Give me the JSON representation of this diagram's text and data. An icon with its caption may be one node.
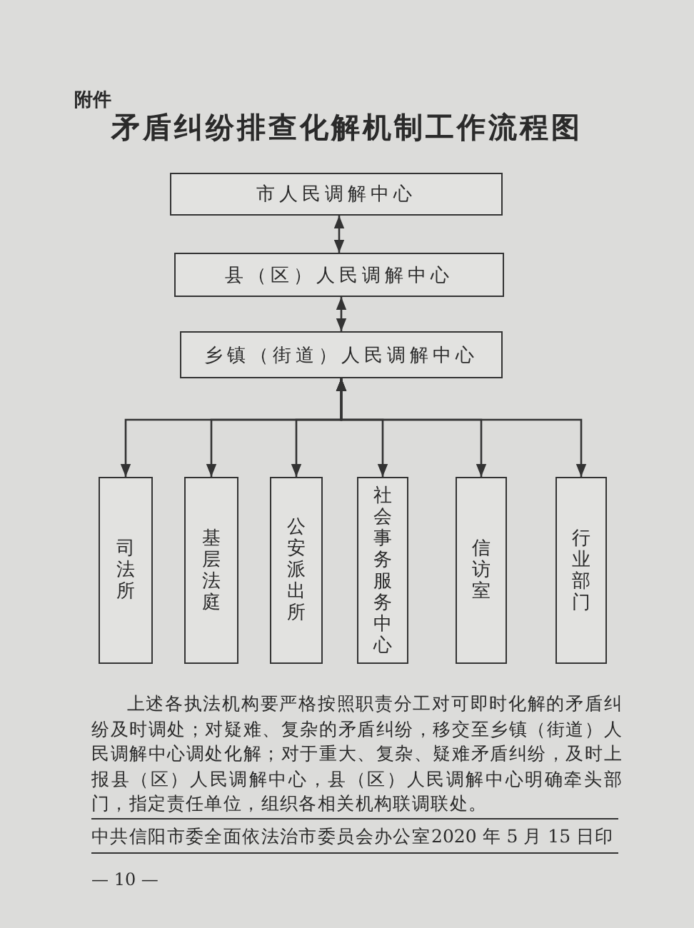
{
  "diagram": {
    "title": "矛盾纠纷排查化解机制工作流程图",
    "nodes": [
      {
        "text": [
          "市人民调解中心"
        ]
      },
      {
        "text": [
          "县（区）人民调解中心"
        ]
      },
      {
        "text": [
          "乡镇（街道）人民调解中心"
        ]
      },
      {
        "text": [
          "司法所"
        ]
      },
      {
        "text": [
          "基层法庭"
        ]
      },
      {
        "text": [
          "公安派出所"
        ]
      },
      {
        "text": [
          "社会事务服务中心"
        ]
      },
      {
        "text": [
          "信访室"
        ]
      },
      {
        "text": [
          "行业部门"
        ]
      }
    ],
    "edges": [
      {
        "from": 0,
        "to": 1,
        "arrow": "both"
      },
      {
        "from": 1,
        "to": 2,
        "arrow": "both"
      },
      {
        "from": 2,
        "to": 3,
        "arrow": "both"
      },
      {
        "from": 2,
        "to": 4,
        "arrow": "both"
      },
      {
        "from": 2,
        "to": 5,
        "arrow": "both"
      },
      {
        "from": 2,
        "to": 6,
        "arrow": "both"
      },
      {
        "from": 2,
        "to": 7,
        "arrow": "both"
      },
      {
        "from": 2,
        "to": 8,
        "arrow": "both"
      }
    ],
    "labels": [
      "附件",
      "上述各执法机构要严格按照职责分工对可即时化解的矛盾纠纷及时调处；对疑难、复杂的矛盾纠纷，移交至乡镇（街道）人民调解中心调处化解；对于重大、复杂、疑难矛盾纠纷，及时上报县（区）人民调解中心，县（区）人民调解中心明确牵头部门，指定责任单位，组织各相关机构联调联处。",
      "中共信阳市委全面依法治市委员会办公室",
      "2020 年 5 月 15 日印",
      "— 10 —"
    ]
  }
}
